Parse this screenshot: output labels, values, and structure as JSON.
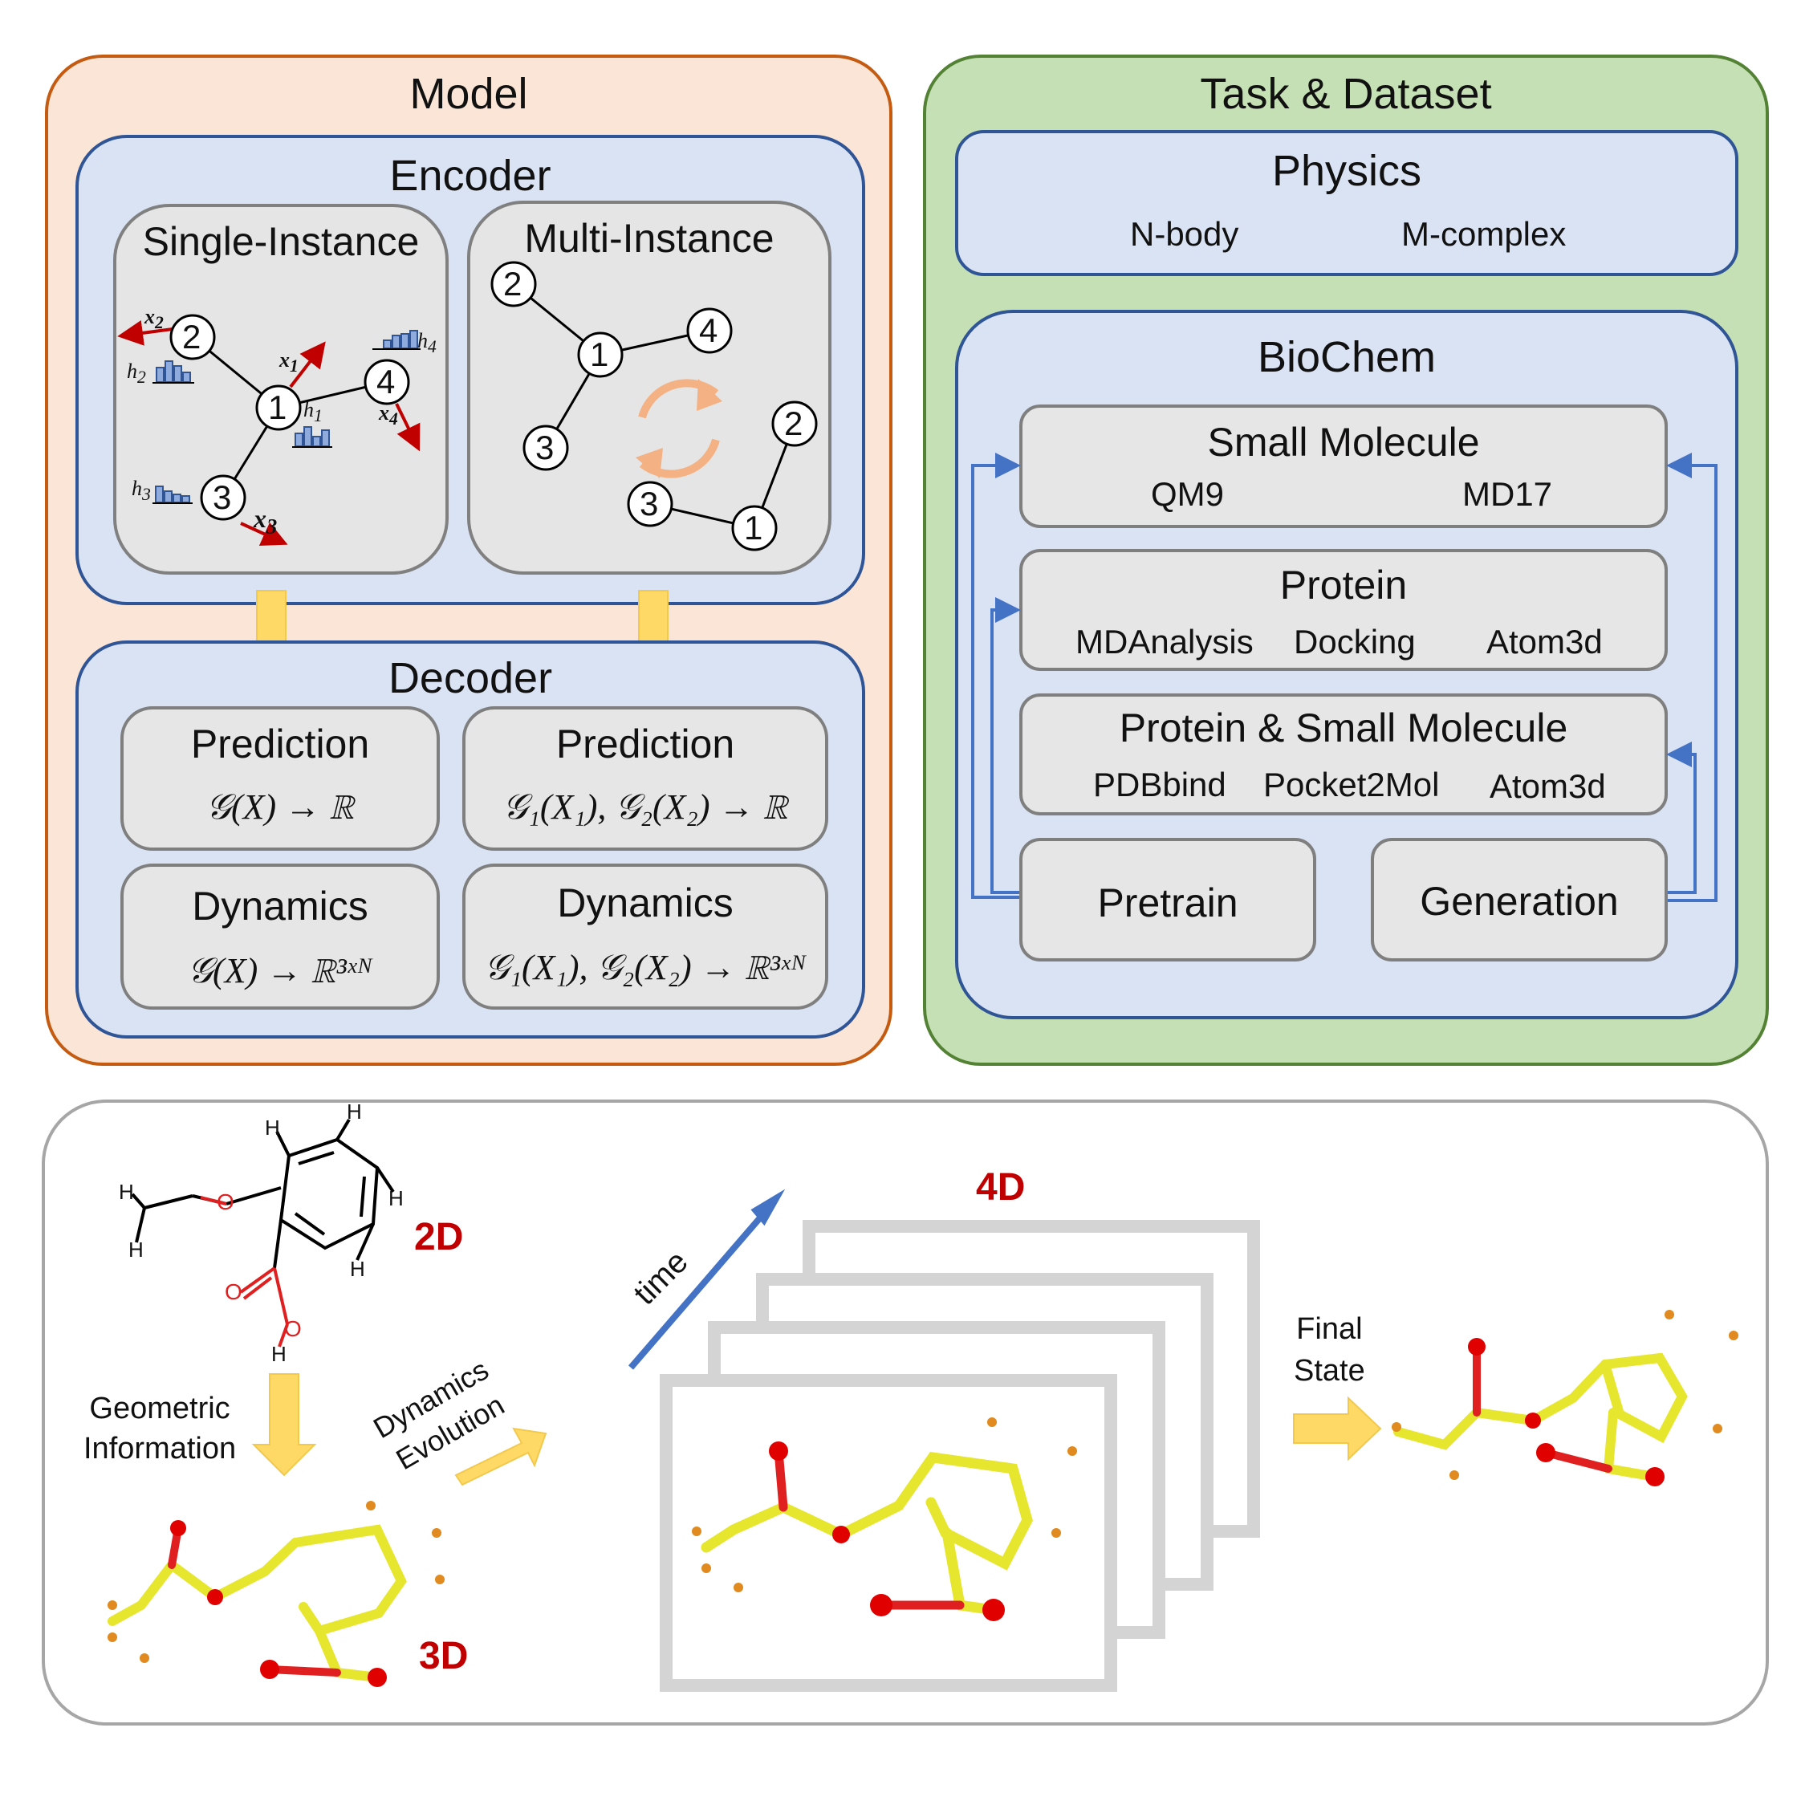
{
  "model": {
    "title": "Model",
    "encoder": {
      "title": "Encoder",
      "single_instance": {
        "title": "Single-Instance",
        "nodes": [
          "1",
          "2",
          "3",
          "4"
        ],
        "feature_labels": [
          "x",
          "2",
          "h",
          "2",
          "x",
          "1",
          "h",
          "1",
          "h",
          "4",
          "x",
          "4",
          "h",
          "3",
          "x",
          "3"
        ]
      },
      "multi_instance": {
        "title": "Multi-Instance",
        "nodes_a": [
          "1",
          "2",
          "3",
          "4"
        ],
        "nodes_b": [
          "1",
          "2",
          "3"
        ]
      }
    },
    "decoder": {
      "title": "Decoder",
      "cells": [
        {
          "title": "Prediction",
          "formula": "𝒢(X) → ℝ"
        },
        {
          "title": "Prediction",
          "formula": "𝒢₁(X₁), 𝒢₂(X₂) → ℝ"
        },
        {
          "title": "Dynamics",
          "formula": "𝒢(X) → ℝ³ˣᴺ"
        },
        {
          "title": "Dynamics",
          "formula": "𝒢₁(X₁), 𝒢₂(X₂) → ℝ³ˣᴺ"
        }
      ]
    }
  },
  "task": {
    "title": "Task & Dataset",
    "physics": {
      "title": "Physics",
      "items": [
        "N-body",
        "M-complex"
      ]
    },
    "biochem": {
      "title": "BioChem",
      "small_molecule": {
        "title": "Small Molecule",
        "items": [
          "QM9",
          "MD17"
        ]
      },
      "protein": {
        "title": "Protein",
        "items": [
          "MDAnalysis",
          "Docking",
          "Atom3d"
        ]
      },
      "protein_small": {
        "title": "Protein & Small Molecule",
        "items": [
          "PDBbind",
          "Pocket2Mol",
          "Atom3d"
        ]
      },
      "pretrain": "Pretrain",
      "generation": "Generation"
    }
  },
  "bottom": {
    "label_2d": "2D",
    "label_3d": "3D",
    "label_4d": "4D",
    "geometric": [
      "Geometric",
      "Information"
    ],
    "dynamics": [
      "Dynamics",
      "Evolution"
    ],
    "time": "time",
    "final": [
      "Final",
      "State"
    ],
    "atoms_2d": [
      "H",
      "H",
      "H",
      "H",
      "H",
      "H",
      "O",
      "O",
      "O",
      "H"
    ]
  },
  "colors": {
    "model_bg": "#fbe5d6",
    "model_border": "#c55a11",
    "task_bg": "#c5e0b4",
    "task_border": "#548235",
    "blue_bg": "#dae3f3",
    "blue_border": "#2f5597",
    "box_bg": "#e7e6e6",
    "arrow_yellow": "#ffd966",
    "accent_red": "#c00000",
    "molecule_yellow": "#e8e83a"
  }
}
